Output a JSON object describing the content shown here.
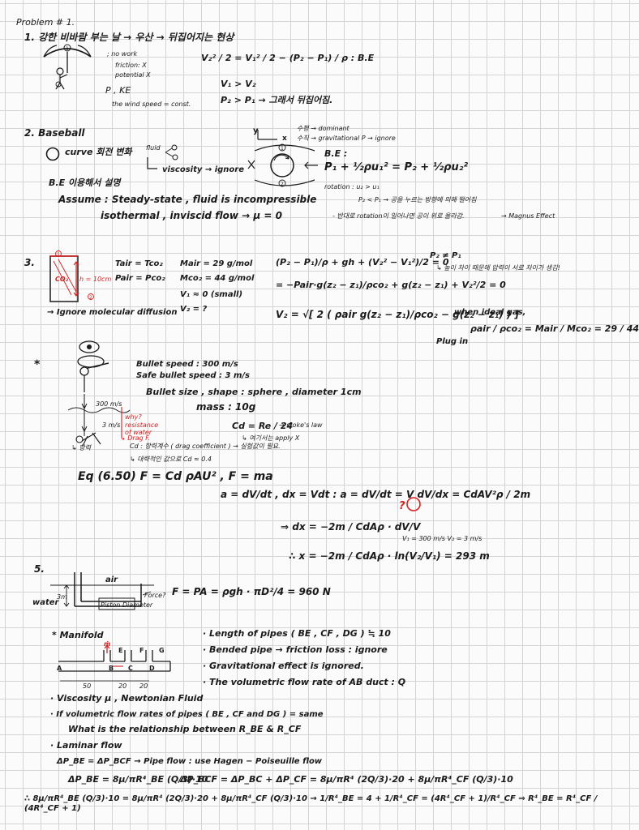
{
  "header": {
    "title": "Problem # 1."
  },
  "p1": {
    "number": "1.",
    "title": "강한 비바람 부는 날 → 우산 → 뒤집어지는 현상",
    "notes": [
      "; no work",
      "friction: X",
      "potential X"
    ],
    "p_ke": "P , KE",
    "wind": "the wind speed = const.",
    "eq_a": "V₂² / 2 = V₁² / 2 − (P₂ − P₁) / ρ",
    "be": ": B.E",
    "v_rel": "V₁ > V₂",
    "p_rel": "P₂ > P₁ → 그래서 뒤집어짐."
  },
  "p2": {
    "number": "2.",
    "title": "Baseball",
    "curve_label": "curve 회전 변화",
    "fluid": "fluid",
    "viscosity": "viscosity → ignore",
    "be_note": "B.E 이용해서 설명",
    "assume": "Assume : Steady-state , fluid is incompressible",
    "assume2": "isothermal , inviscid flow → μ = 0",
    "axis_y": "y",
    "axis_x": "x",
    "legend1": "수평 → dominant",
    "legend2": "수직 → gravitational P → ignore",
    "be_label": "B.E :",
    "be_eq": "P₁ + ½ρu₁² = P₂ + ½ρu₂²",
    "rotation": "rotation : u₂ > u₁",
    "p_rel": "P₂ < P₁  → 공을 누르는 방향에 의해 떨어짐",
    "reverse": "- 반대로 rotation이 일어나면 공이 위로 올라감.",
    "magnus": "→ Magnus Effect"
  },
  "p3": {
    "number": "3.",
    "co2": "CO₂",
    "height": "h = 10cm",
    "t_eq": "Tair = Tco₂",
    "p_eq": "Pair = Pco₂",
    "ignore": "→ Ignore molecular diffusion",
    "m_air": "Mair = 29 g/mol",
    "m_co2": "Mco₂ = 44 g/mol",
    "v1": "V₁ ≈ 0 (small)",
    "v2": "V₂ = ?",
    "eq1": "(P₂ − P₁)/ρ + gh + (V₂² − V₁²)/2 = 0",
    "eq2": "= −Pair·g(z₂ − z₁)/ρco₂ + g(z₂ − z₁) + V₂²/2 = 0",
    "eq3": "V₂ = √[ 2 ( ρair g(z₂ − z₁)/ρco₂ − g(z₂ − z₁) ) ]",
    "p_ne": "P₂ ≠ P₁",
    "p_ne_note": "↳ 높이 차이 때문에 압력이 서로 차이가 생김!",
    "ideal": "when ideal gas,",
    "plug": "Plug in",
    "ratio": "ρair / ρco₂ = Mair / Mco₂ = 29 / 44"
  },
  "p4": {
    "number": "*",
    "bullet_speed": "Bullet speed : 300 m/s",
    "safe_speed": "Safe bullet speed : 3 m/s",
    "size": "Bullet size , shape : sphere , diameter 1cm",
    "mass": "mass : 10g",
    "speed_in": "300 m/s",
    "speed_out": "3 m/s",
    "why": "why?",
    "resistance": "resistance of water",
    "drag_arrow": "↳ Drag F.",
    "drag_label": "↳ 항력",
    "cd_eq": "Cd = Re / 24",
    "stokes": "→ stoke's law",
    "not_apply": "↳ 여기서는 apply X",
    "cd_note": "Cd : 항력계수 ( drag coefficient )  → 실험값이 필요.",
    "cd_value": "↳ 대략적인 값으로 Cd ≈ 0.4",
    "eq_650": "Eq (6.50)   F = Cd ρAU² ,   F = ma",
    "accel": "a = dV/dt ,  dx = Vdt :  a = dV/dt = V dV/dx = CdAV²ρ / 2m",
    "q_mark": "?",
    "dx": "⇒ dx = −2m / CdAρ · dV/V",
    "speeds": "V₁ = 300 m/s   V₂ = 3 m/s",
    "result": "∴ x = −2m / CdAρ · ln(V₂/V₁) = 293 m"
  },
  "p5": {
    "number": "5.",
    "air": "air",
    "water": "water",
    "depth": "3m",
    "piston": "Piston Diameter",
    "force": "Force?",
    "eq": "F = PA = ρgh · πD²/4 = 960 N",
    "manifold": "* Manifold",
    "m_flow": "ṁ",
    "nodes": [
      "A",
      "B",
      "C",
      "D",
      "E",
      "F",
      "G"
    ],
    "dims": [
      "50",
      "20",
      "20"
    ],
    "conds": [
      "· Length of pipes ( BE , CF , DG ) ≒ 10",
      "· Bended pipe → friction loss : ignore",
      "· Gravitational effect is ignored.",
      "· The volumetric flow rate of AB duct : Q"
    ],
    "viscosity": "· Viscosity  μ , Newtonian Fluid",
    "if1": "· If volumetric flow rates of pipes ( BE , CF and DG ) = same",
    "if2": "What is the relationship between R_BE & R_CF",
    "laminar": "· Laminar flow",
    "dp": "ΔP_BE = ΔP_BCF → Pipe flow   : use Hagen − Poiseuille flow",
    "dp_be": "ΔP_BE = 8μ/πR⁴_BE (Q/3)·10",
    "dp_bcf": "ΔP_BCF = ΔP_BC + ΔP_CF = 8μ/πR⁴ (2Q/3)·20 + 8μ/πR⁴_CF (Q/3)·10",
    "final": "∴ 8μ/πR⁴_BE (Q/3)·10 = 8μ/πR⁴ (2Q/3)·20 + 8μ/πR⁴_CF (Q/3)·10  →  1/R⁴_BE = 4 + 1/R⁴_CF = (4R⁴_CF + 1)/R⁴_CF  ⇒  R⁴_BE = R⁴_CF / (4R⁴_CF + 1)"
  }
}
